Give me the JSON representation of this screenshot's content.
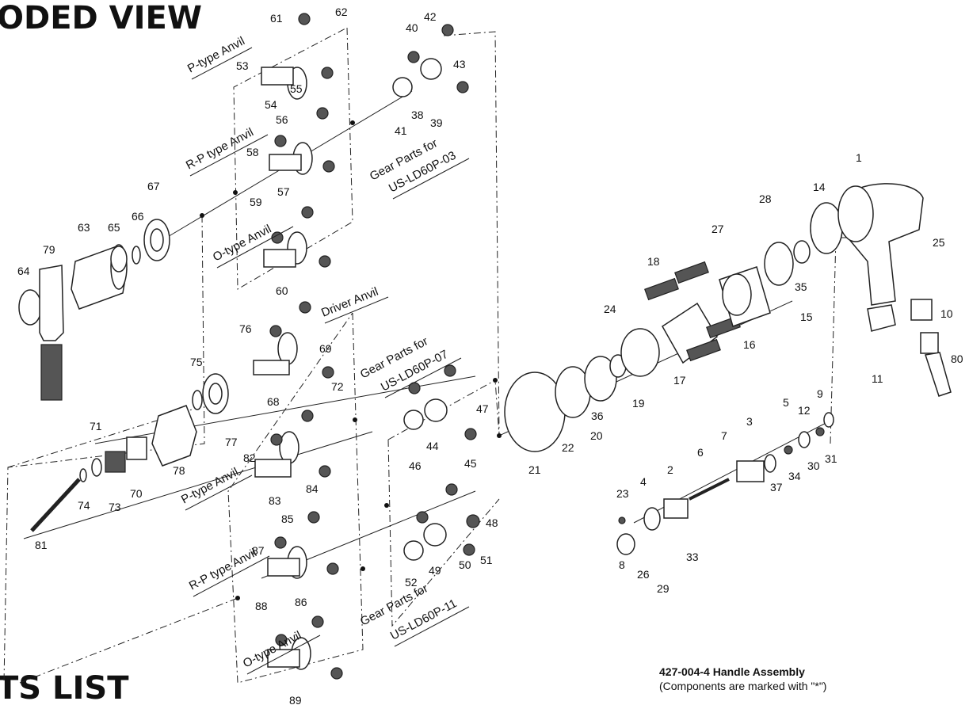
{
  "headings": {
    "exploded_view": "ODED VIEW",
    "parts_list": "TS LIST"
  },
  "group_labels": [
    {
      "id": "p-anvil-top",
      "text": "P-type Anvil"
    },
    {
      "id": "rp-anvil-top",
      "text": "R-P type Anvil"
    },
    {
      "id": "o-anvil-top",
      "text": "O-type Anvil"
    },
    {
      "id": "driver-anvil",
      "text": "Driver Anvil"
    },
    {
      "id": "p-anvil-bottom",
      "text": "P-type Anvil"
    },
    {
      "id": "rp-anvil-bottom",
      "text": "R-P type Anvil"
    },
    {
      "id": "o-anvil-bottom",
      "text": "O-type Anvil"
    },
    {
      "id": "gear-03-a",
      "text": "Gear Parts for"
    },
    {
      "id": "gear-03-b",
      "text": "US-LD60P-03"
    },
    {
      "id": "gear-07-a",
      "text": "Gear Parts for"
    },
    {
      "id": "gear-07-b",
      "text": "US-LD60P-07"
    },
    {
      "id": "gear-11-a",
      "text": "Gear Parts for"
    },
    {
      "id": "gear-11-b",
      "text": "US-LD60P-11"
    }
  ],
  "part_numbers": [
    "1",
    "2",
    "3",
    "4",
    "5",
    "6",
    "7",
    "8",
    "9",
    "10",
    "11",
    "12",
    "14",
    "15",
    "16",
    "17",
    "18",
    "19",
    "20",
    "21",
    "22",
    "23",
    "24",
    "25",
    "26",
    "27",
    "28",
    "29",
    "30",
    "31",
    "33",
    "34",
    "35",
    "36",
    "37",
    "38",
    "39",
    "40",
    "41",
    "42",
    "43",
    "44",
    "45",
    "46",
    "47",
    "48",
    "49",
    "50",
    "51",
    "52",
    "53",
    "54",
    "55",
    "56",
    "57",
    "58",
    "59",
    "60",
    "61",
    "62",
    "63",
    "64",
    "65",
    "66",
    "67",
    "68",
    "69",
    "70",
    "71",
    "72",
    "73",
    "74",
    "75",
    "76",
    "77",
    "78",
    "79",
    "80",
    "81",
    "82",
    "83",
    "84",
    "85",
    "86",
    "87",
    "88",
    "89"
  ],
  "note": {
    "title": "427-004-4 Handle Assembly",
    "text": "(Components are marked with \"*\")"
  }
}
